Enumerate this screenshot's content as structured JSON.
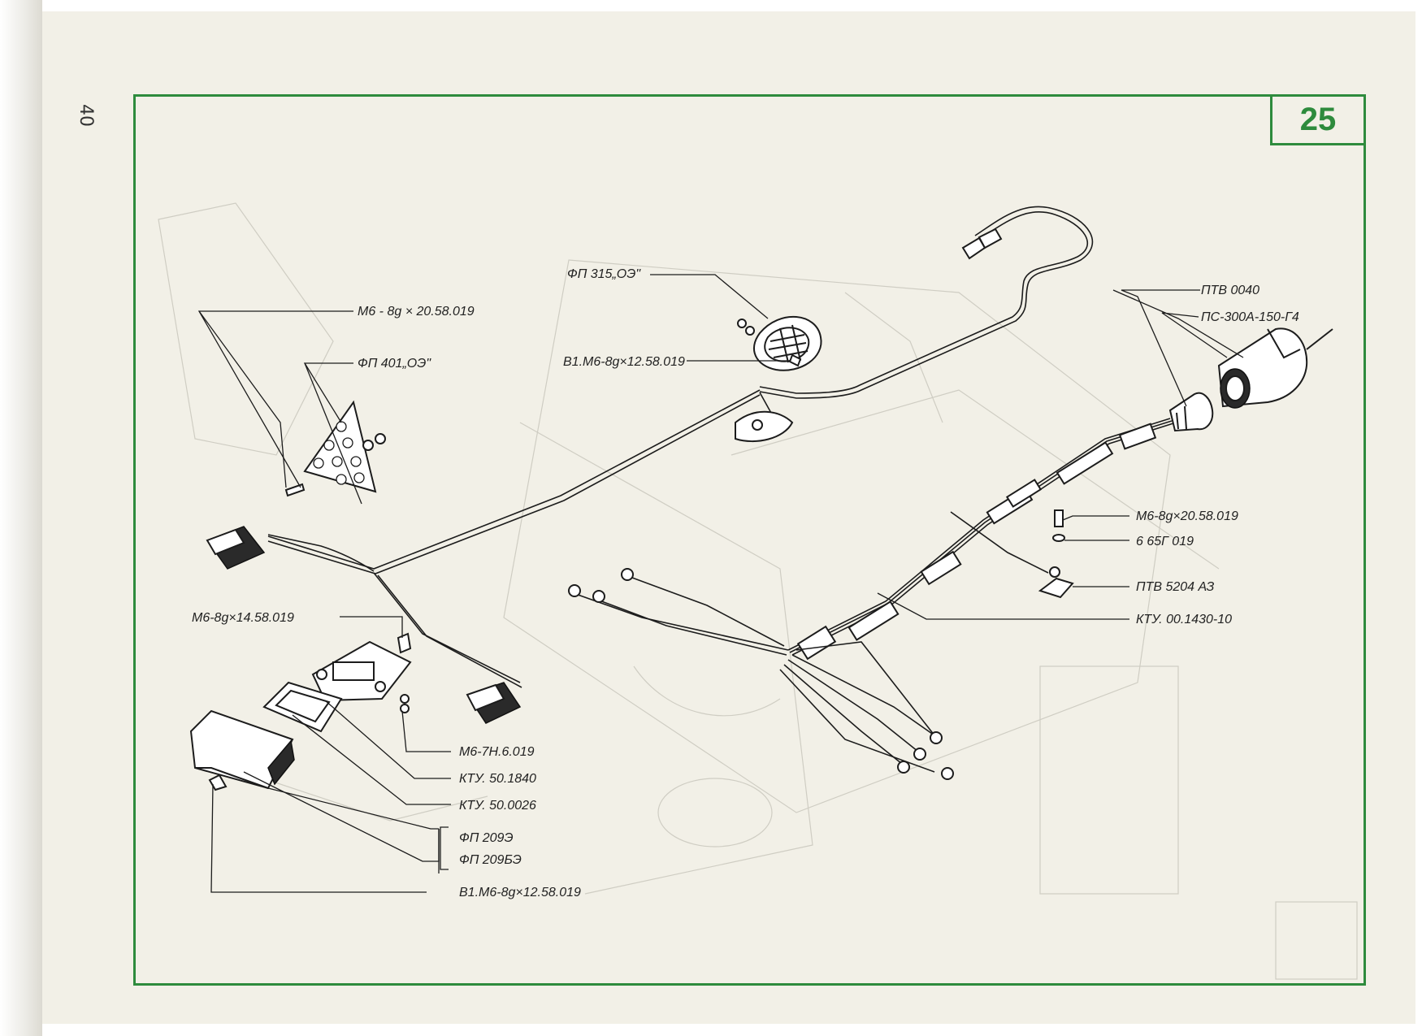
{
  "page": {
    "page_number": "40",
    "figure_number": "25"
  },
  "labels": {
    "fp315": "ФП 315„ОЭ\"",
    "ptv0040": "ПТВ 0040",
    "ps300a": "ПС-300А-150-Г4",
    "m6_top": "М6 - 8g × 20.58.019",
    "fp401": "ФП 401„ОЭ\"",
    "b1_m6_top": "В1.М6-8g×12.58.019",
    "m6_right": "М6-8g×20.58.019",
    "washer": "6 65Г 019",
    "ptv5204": "ПТВ 5204 АЗ",
    "kty_right": "КТУ. 00.1430-10",
    "m6_14": "М6-8g×14.58.019",
    "m6_7h": "М6-7Н.6.019",
    "kty_1840": "КТУ. 50.1840",
    "kty_0026": "КТУ. 50.0026",
    "fp209e": "ФП 209Э",
    "fp209be": "ФП 209БЭ",
    "b1_m6_bottom": "В1.М6-8g×12.58.019"
  },
  "colors": {
    "frame": "#2e8b3d",
    "paper": "#f2f0e7",
    "ink": "#1c1c1c",
    "ghost": "#cfcdc3"
  }
}
